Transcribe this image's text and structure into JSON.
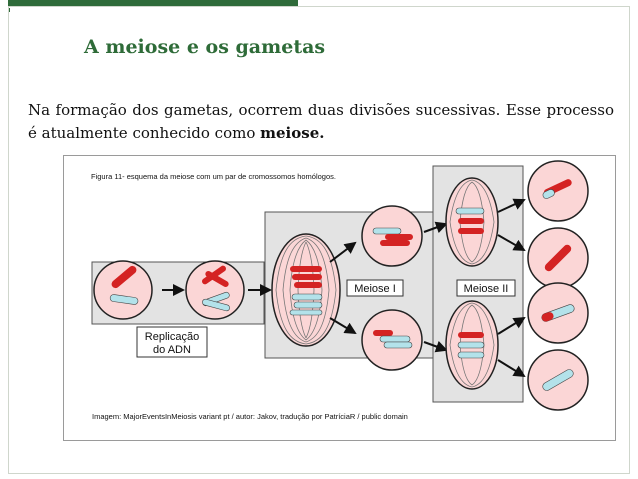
{
  "slide": {
    "title": "A meiose e os gametas",
    "paragraph_text": "Na formação dos gametas, ocorrem duas divisões sucessivas. Esse processo é atualmente conhecido como ",
    "paragraph_bold": "meiose."
  },
  "figure": {
    "caption": "Figura 11- esquema da meiose com um par de cromossomos homólogos.",
    "replication_label_line1": "Replicação",
    "replication_label_line2": "do ADN",
    "meiosis1_label": "Meiose I",
    "meiosis2_label": "Meiose II",
    "credit": "Imagem: MajorEventsInMeiosis variant pt / autor: Jakov, tradução por PatríciaR / public domain"
  },
  "colors": {
    "title_green": "#2e6b38",
    "chromosome_red": "#d42323",
    "chromosome_blue": "#b3e2ea",
    "cell_pink": "#fbd6d6"
  }
}
